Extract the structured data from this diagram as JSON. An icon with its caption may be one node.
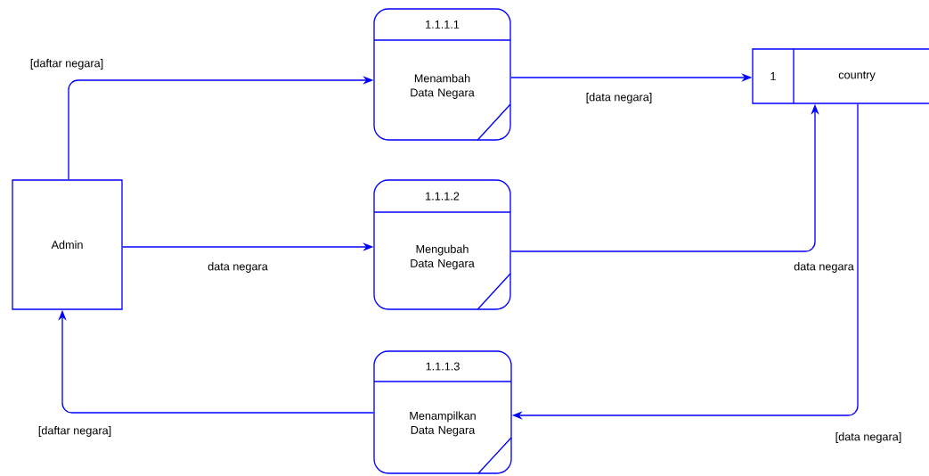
{
  "diagram": {
    "nodes": [
      {
        "text": [
          "Admin"
        ]
      },
      {
        "text": [
          "1.1.1.1",
          "Menambah Data Negara"
        ]
      },
      {
        "text": [
          "1.1.1.2",
          "Mengubah Data Negara"
        ]
      },
      {
        "text": [
          "1.1.1.3",
          "Menampilkan Data Negara"
        ]
      },
      {
        "text": [
          "1",
          "country"
        ]
      }
    ],
    "edges": [
      {
        "from": 0,
        "to": 1,
        "arrow": "to",
        "label": "[daftar negara]"
      },
      {
        "from": 1,
        "to": 4,
        "arrow": "to",
        "label": "[data negara]"
      },
      {
        "from": 0,
        "to": 2,
        "arrow": "to",
        "label": "data negara"
      },
      {
        "from": 2,
        "to": 4,
        "arrow": "to",
        "label": "data negara"
      },
      {
        "from": 4,
        "to": 3,
        "arrow": "to",
        "label": "[data negara]"
      },
      {
        "from": 3,
        "to": 0,
        "arrow": "to",
        "label": "[daftar negara]"
      }
    ]
  }
}
